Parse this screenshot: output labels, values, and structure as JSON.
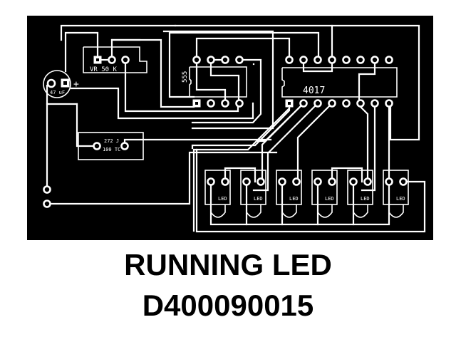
{
  "title": {
    "line1": "RUNNING LED",
    "line2": "D400090015"
  },
  "board": {
    "background_color": "#000000",
    "trace_color": "#ffffff",
    "components": {
      "potentiometer": {
        "label": "VR 50 K"
      },
      "capacitor_electrolytic": {
        "label": "47 uF",
        "polarity": "+"
      },
      "capacitor_ceramic": {
        "label_line1": "272 J",
        "label_line2": "100 TC"
      },
      "timer_ic": {
        "label": "555"
      },
      "counter_ic": {
        "label": "4017"
      },
      "leds": [
        {
          "label": "LED"
        },
        {
          "label": "LED"
        },
        {
          "label": "LED"
        },
        {
          "label": "LED"
        },
        {
          "label": "LED"
        },
        {
          "label": "LED"
        }
      ]
    }
  }
}
